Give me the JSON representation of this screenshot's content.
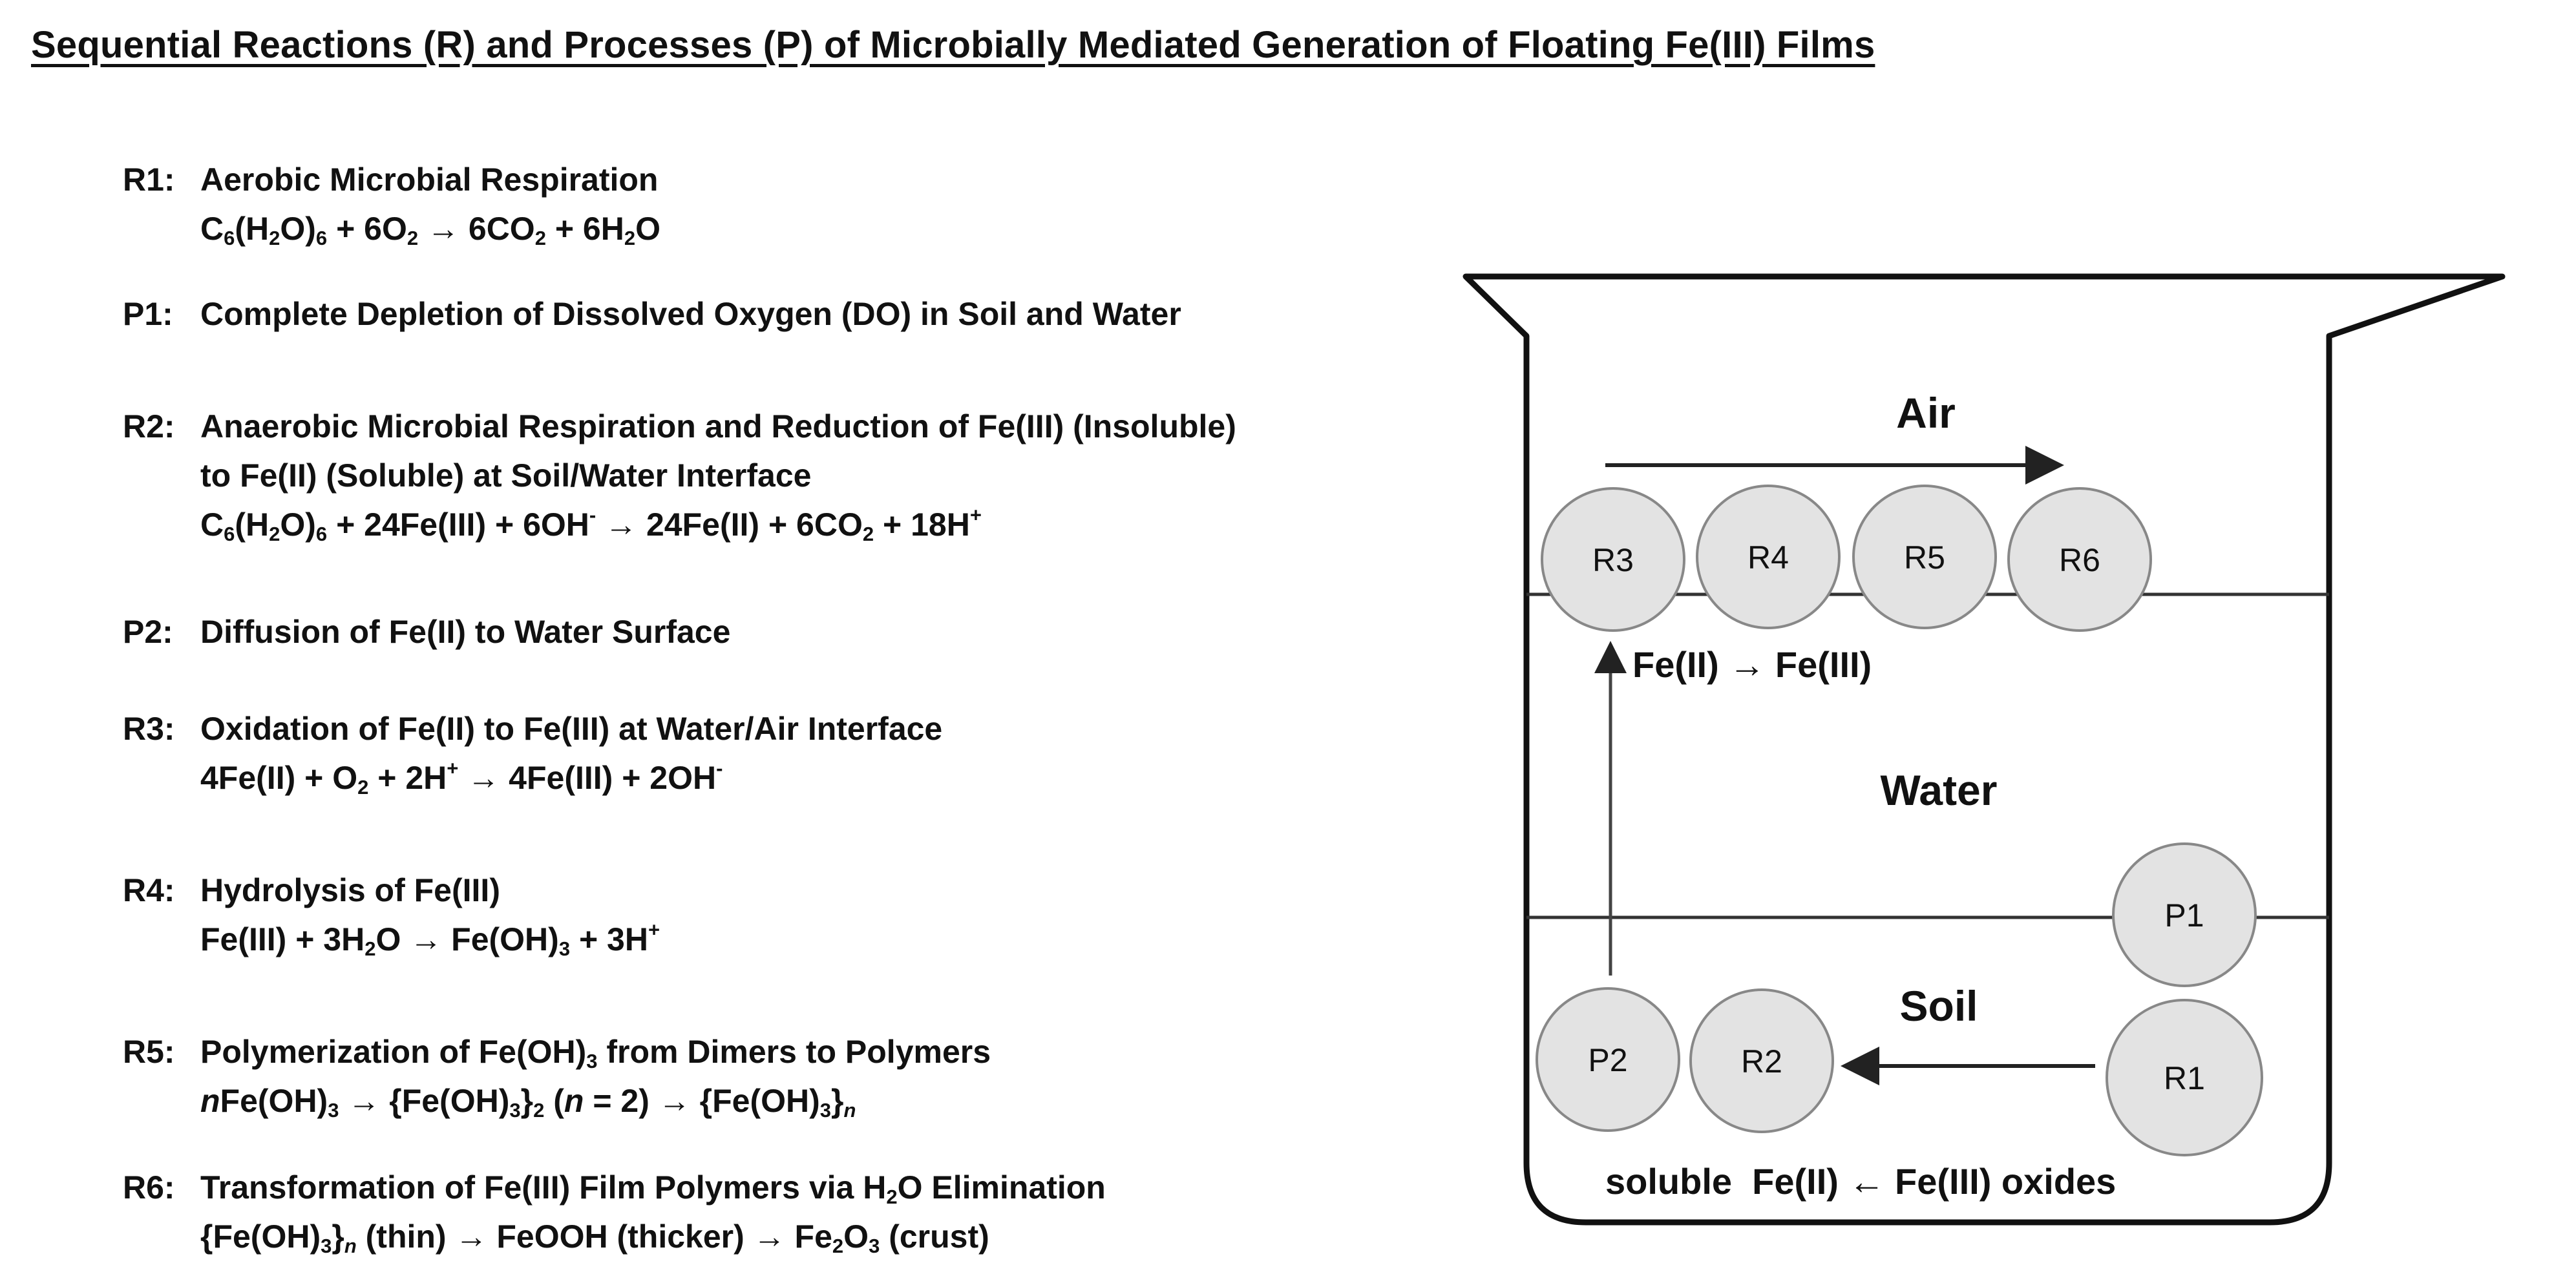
{
  "title": "Sequential Reactions (R) and Processes (P) of Microbially Mediated Generation of Floating Fe(III)  Films",
  "steps": [
    {
      "code": "R1:",
      "name": "Aerobic Microbial Respiration",
      "equation": "C6(H2O)6 + 6O2 → 6CO2 + 6H2O"
    },
    {
      "code": "P1:",
      "name": "Complete Depletion of Dissolved Oxygen (DO) in Soil and Water"
    },
    {
      "code": "R2:",
      "name": "Anaerobic Microbial Respiration and Reduction of Fe(III) (Insoluble)",
      "name_line2": "to Fe(II) (Soluble) at Soil/Water Interface",
      "equation": "C6(H2O)6 + 24Fe(III) + 6OH- → 24Fe(II) + 6CO2 + 18H+"
    },
    {
      "code": "P2:",
      "name": "Diffusion of Fe(II) to Water Surface"
    },
    {
      "code": "R3:",
      "name": "Oxidation of Fe(II) to Fe(III) at Water/Air Interface",
      "equation": "4Fe(II) + O2 + 2H+ → 4Fe(III) + 2OH-"
    },
    {
      "code": "R4:",
      "name": "Hydrolysis of Fe(III)",
      "equation": "Fe(III) + 3H2O → Fe(OH)3 + 3H+"
    },
    {
      "code": "R5:",
      "name": "Polymerization of Fe(OH)3 from Dimers to Polymers",
      "equation": "nFe(OH)3 → {Fe(OH)3}2 (n = 2) → {Fe(OH)3}n"
    },
    {
      "code": "R6:",
      "name": "Transformation of Fe(III) Film Polymers via H2O Elimination",
      "equation": "{Fe(OH)3}n (thin) → FeOOH (thicker) → Fe2O3 (crust)"
    }
  ],
  "diagram": {
    "layer_air": "Air",
    "layer_water": "Water",
    "layer_soil": "Soil",
    "surface_nodes": [
      "R3",
      "R4",
      "R5",
      "R6"
    ],
    "interface_node": "P1",
    "soil_nodes": [
      "P2",
      "R2",
      "R1"
    ],
    "surface_reaction": "Fe(II) → Fe(III)",
    "soil_reaction": "soluble  Fe(II) ← Fe(III) oxides"
  }
}
